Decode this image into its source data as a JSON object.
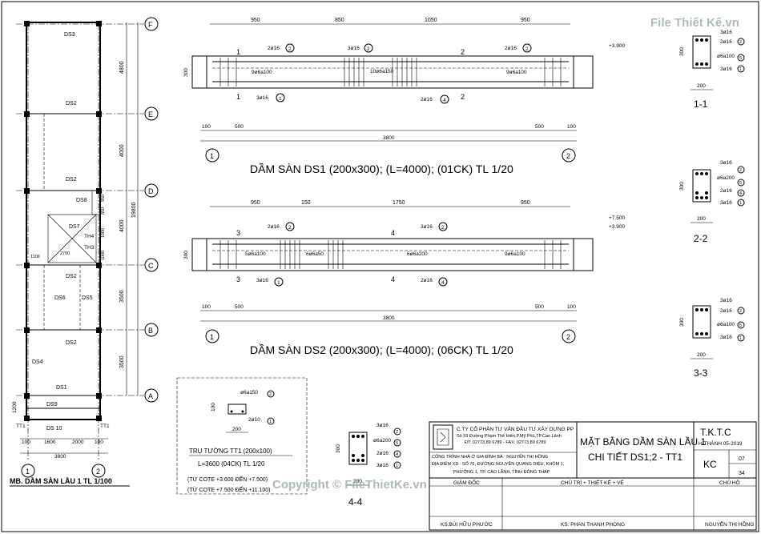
{
  "plan": {
    "axes_letters": [
      "F",
      "E",
      "D",
      "C",
      "B",
      "A"
    ],
    "axes_numbers": [
      "1",
      "2"
    ],
    "dims_vertical": [
      "4800",
      "4000",
      "4000",
      "3500",
      "3500",
      "1200",
      "19800"
    ],
    "labels": [
      "DS3",
      "DS2",
      "DS2",
      "DS8",
      "DS7",
      "TH4",
      "TH3",
      "DS2",
      "DS6",
      "DS5",
      "DS2",
      "DS4",
      "DS1",
      "DS9",
      "DS 10",
      "TT1",
      "TT1"
    ],
    "small_dims": [
      "1100",
      "2700",
      "1000",
      "1000",
      "950",
      "850"
    ],
    "dims_bottom": [
      "100",
      "1600",
      "2000",
      "100",
      "3800"
    ],
    "title": "MB. DẦM SÀN LẦU 1 TL 1/100"
  },
  "ds1": {
    "dims_top": [
      "950",
      "850",
      "1050",
      "950"
    ],
    "sections": [
      "1",
      "1",
      "2",
      "2"
    ],
    "rebar": [
      "2ø16",
      "3ø16",
      "2ø16",
      "9ø6a100",
      "10ø6a150",
      "9ø6a100",
      "3ø16",
      "2ø16"
    ],
    "marks": [
      "2",
      "2",
      "2",
      "1",
      "4"
    ],
    "height": "300",
    "elev": "+3.900",
    "dims_bottom": [
      "100",
      "500",
      "500",
      "100",
      "3800"
    ],
    "axes": [
      "1",
      "2"
    ],
    "title": "DẦM SÀN DS1 (200x300); (L=4000); (01CK) TL 1/20"
  },
  "ds2": {
    "dims_top": [
      "950",
      "150",
      "1750",
      "950"
    ],
    "sections": [
      "3",
      "3",
      "4",
      "4"
    ],
    "rebar": [
      "2ø16",
      "3ø16",
      "5ø6a100",
      "6ø6a50",
      "6ø6a200",
      "9ø6a100",
      "3ø16",
      "2ø16"
    ],
    "marks": [
      "2",
      "2",
      "1",
      "4"
    ],
    "height": "300",
    "elev": [
      "+7.500",
      "+3.900"
    ],
    "dims_bottom": [
      "100",
      "500",
      "500",
      "100",
      "3800"
    ],
    "axes": [
      "1",
      "2"
    ],
    "title": "DẦM SÀN DS2 (200x300); (L=4000); (06CK) TL 1/20"
  },
  "sections": [
    {
      "title": "1-1",
      "h": "300",
      "w": "200",
      "rebar": [
        "3ø16",
        "2ø16",
        "ø6a100",
        "3ø16"
      ],
      "marks": [
        "2",
        "5",
        "1"
      ]
    },
    {
      "title": "2-2",
      "h": "300",
      "w": "200",
      "rebar": [
        "3ø16",
        "ø6a200",
        "2ø16",
        "3ø16"
      ],
      "marks": [
        "2",
        "5",
        "4",
        "1"
      ]
    },
    {
      "title": "3-3",
      "h": "300",
      "w": "200",
      "rebar": [
        "3ø16",
        "2ø16",
        "ø6a100",
        "3ø16"
      ],
      "marks": [
        "2",
        "5",
        "1"
      ]
    }
  ],
  "sec44": {
    "title": "4-4",
    "h": "300",
    "w": "200",
    "rebar": [
      "3ø16",
      "ø6a200",
      "2ø16",
      "3ø16"
    ],
    "marks": [
      "2",
      "5",
      "4",
      "1"
    ]
  },
  "tt1": {
    "rebar": [
      "ø6a150",
      "2ø10"
    ],
    "marks": [
      "2",
      "1"
    ],
    "dims": [
      "100",
      "200"
    ],
    "title": "TRỤ TƯỜNG TT1 (200x100)",
    "subtitle": "L=3600 (04CK) TL 1/20",
    "note1": "(TỪ COTE +3.600 ĐẾN +7.500)",
    "note2": "(TỪ COTE +7.500 ĐẾN +11.100)"
  },
  "titleblock": {
    "company": "C.TY CỔ PHẦN TƯ VẤN ĐẦU TƯ XÂY DỰNG PP",
    "address": "Số 59 Đường Phạm Thế Hiển,P.Mỹ Phú,TP.Cao Lãnh",
    "phone": "ĐT: 02773.89 6789 - FAX: 02773.89 6789",
    "project": "CÔNG TRÌNH NHÀ Ở GIA ĐÌNH BÀ : NGUYỄN THỊ HỒNG",
    "location1": "ĐỊA ĐIỂM XD : SỐ 76, ĐƯỜNG NGUYỄN QUANG DIỆU, KHÓM 1,",
    "location2": "PHƯỜNG 1, TP. CAO LÃNH, TỈNH ĐỒNG THÁP",
    "drawing_title1": "MẶT BẰNG DẦM SÀN LẦU 1",
    "drawing_title2": "CHI TIẾT DS1;2 - TT1",
    "code": "T.K.T.C",
    "date": "H/THÀNH 05-2019",
    "kc": "KC",
    "sheet": "07",
    "total": "34",
    "role1": "GIÁM ĐỐC",
    "role2": "CHỦ TRÌ + THIẾT KẾ + VẼ",
    "role3": "CHỦ HỒ",
    "name1": "KS.BÙI HỮU PHƯỚC",
    "name2": "KS. PHAN THANH PHONG",
    "name3": "NGUYỄN THỊ HỒNG"
  },
  "watermark": {
    "logo": "File Thiết Kế.vn",
    "copy": "Copyright © FileThietKe.vn"
  }
}
